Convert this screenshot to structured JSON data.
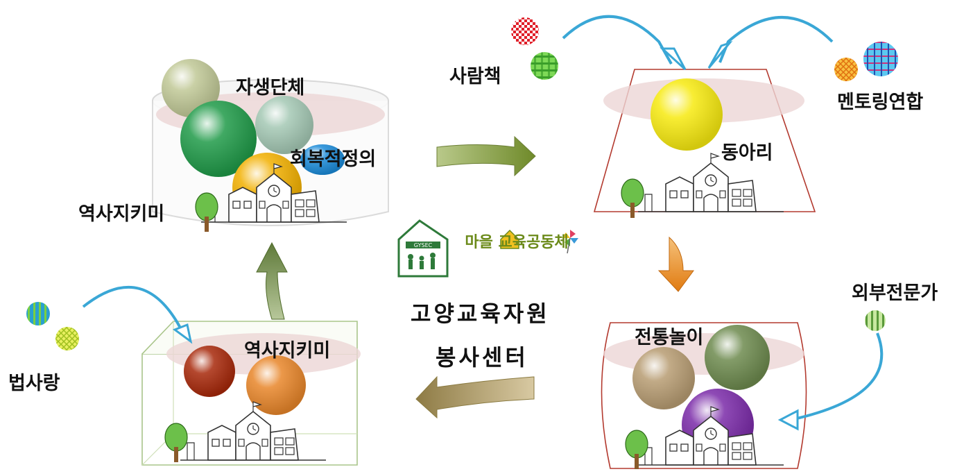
{
  "labels": {
    "jasaeng": "자생단체",
    "hoebok": "회복적정의",
    "yeoksa_top": "역사지키미",
    "saramchaek": "사람책",
    "mentoring": "멘토링연합",
    "dongari": "동아리",
    "oebu": "외부전문가",
    "jeontong": "전통놀이",
    "yeoksa_bottom": "역사지키미",
    "beopsarang": "법사랑"
  },
  "center": {
    "line1": "고양교육자원",
    "line2": "봉사센터",
    "logo_text": "마을 교육공동체",
    "logo_badge": "GYSEC"
  },
  "icons": [
    "school-building-icon",
    "tree-icon",
    "pinwheel-icon",
    "house-icon",
    "children-icon"
  ],
  "colors": {
    "arrow_green": "#8aa04a",
    "arrow_orange": "#e8891f",
    "curve_blue": "#3aa7d6",
    "container_red": "#b33a2f",
    "container_green": "#a9c58a"
  }
}
